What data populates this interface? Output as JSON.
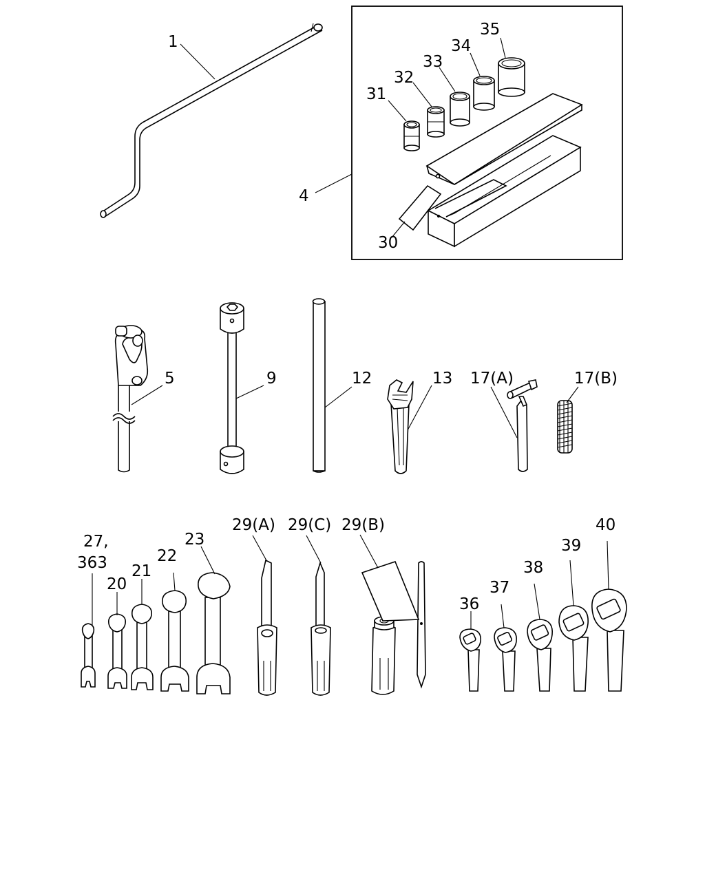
{
  "labels": {
    "l1": "1",
    "l4": "4",
    "l30": "30",
    "l31": "31",
    "l32": "32",
    "l33": "33",
    "l34": "34",
    "l35": "35",
    "l5": "5",
    "l9": "9",
    "l12": "12",
    "l13": "13",
    "l17a": "17(A)",
    "l17b": "17(B)",
    "l27a": "27,",
    "l27b": "363",
    "l20": "20",
    "l21": "21",
    "l22": "22",
    "l23": "23",
    "l29a": "29(A)",
    "l29c": "29(C)",
    "l29b": "29(B)",
    "l36": "36",
    "l37": "37",
    "l38": "38",
    "l39": "39",
    "l40": "40"
  }
}
